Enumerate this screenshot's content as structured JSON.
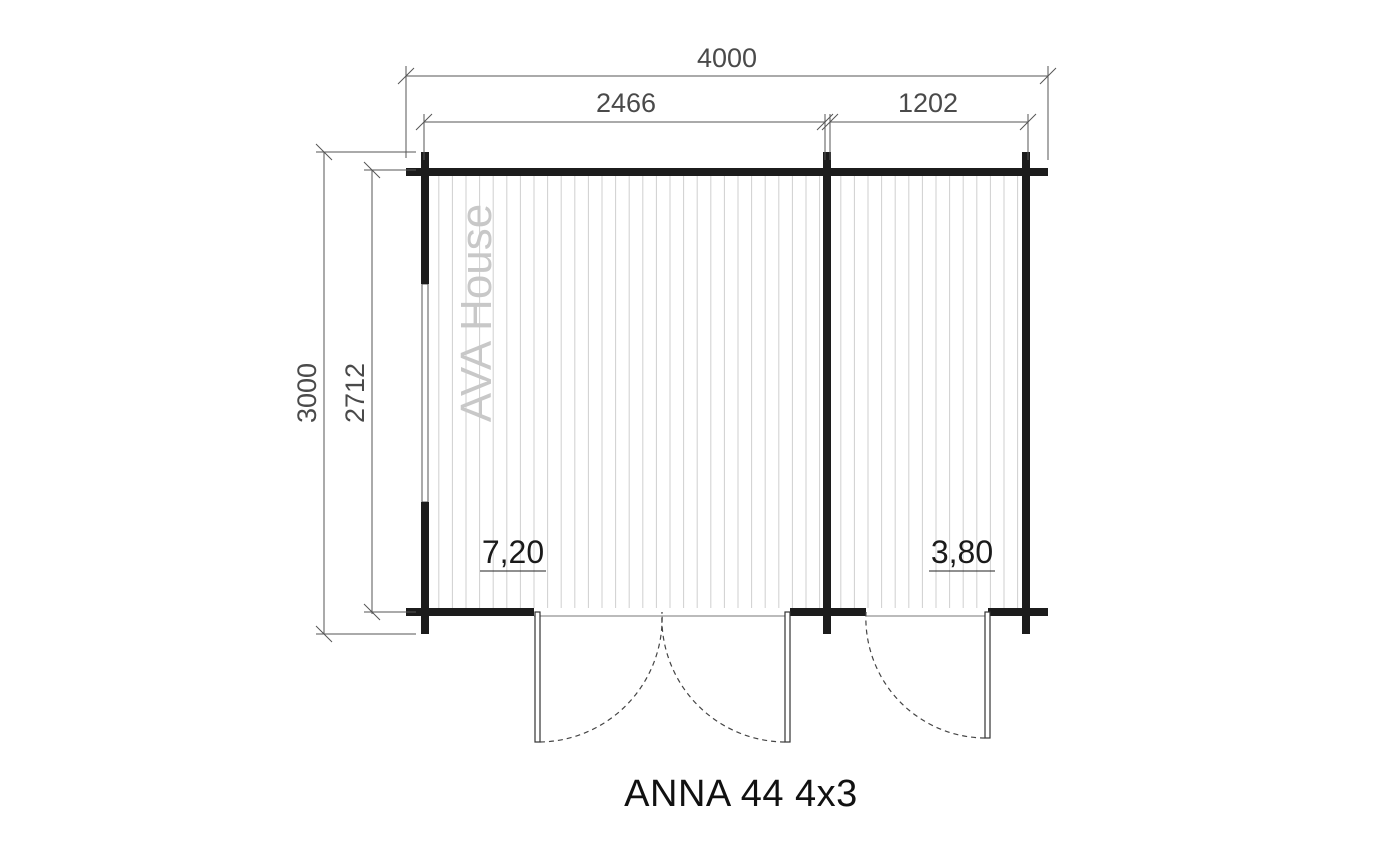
{
  "title": "ANNA 44 4x3",
  "watermark": "AVA House",
  "dimensions": {
    "total_width": "4000",
    "left_room_width": "2466",
    "right_room_width": "1202",
    "total_depth": "3000",
    "inner_depth": "2712"
  },
  "rooms": [
    {
      "area": "7,20"
    },
    {
      "area": "3,80"
    }
  ]
}
